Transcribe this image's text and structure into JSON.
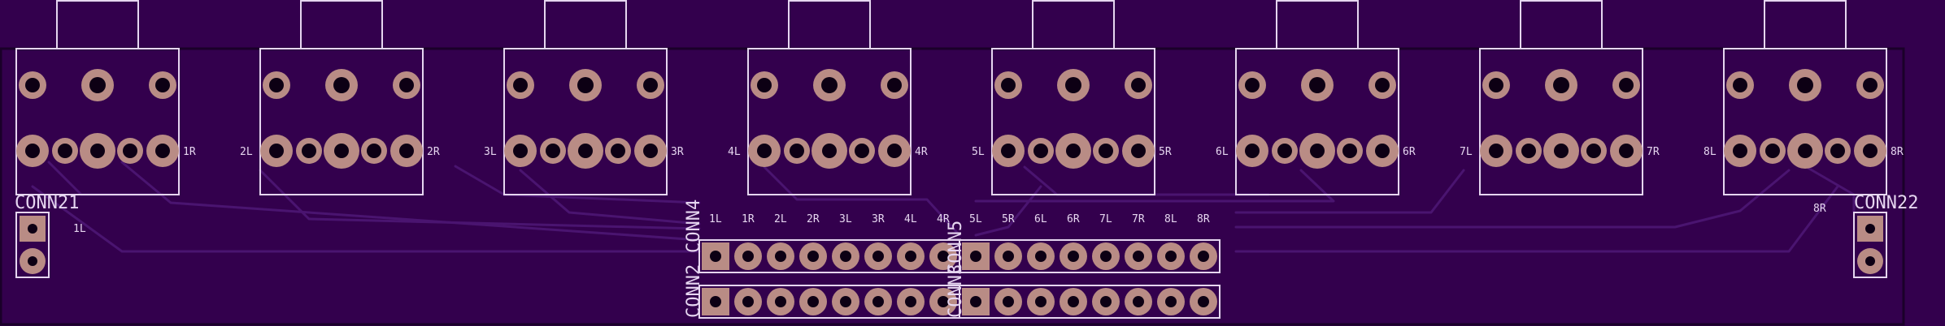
{
  "jacks": [
    {
      "id": "jack-1",
      "left_label": "",
      "right_label": "1R"
    },
    {
      "id": "jack-2",
      "left_label": "2L",
      "right_label": "2R"
    },
    {
      "id": "jack-3",
      "left_label": "3L",
      "right_label": "3R"
    },
    {
      "id": "jack-4",
      "left_label": "4L",
      "right_label": "4R"
    },
    {
      "id": "jack-5",
      "left_label": "5L",
      "right_label": "5R"
    },
    {
      "id": "jack-6",
      "left_label": "6L",
      "right_label": "6R"
    },
    {
      "id": "jack-7",
      "left_label": "7L",
      "right_label": "7R"
    },
    {
      "id": "jack-8",
      "left_label": "8L",
      "right_label": "8R"
    }
  ],
  "connectors": {
    "conn21": {
      "name": "CONN21",
      "pin_label": "1L"
    },
    "conn22": {
      "name": "CONN22",
      "pin_label": "8R"
    },
    "conn4": {
      "name": "CONN4",
      "overlay_name": "CONN2"
    },
    "conn5": {
      "name": "CONN5",
      "overlay_name": "CONN3"
    }
  },
  "header_pin_labels": [
    "1L",
    "1R",
    "2L",
    "2R",
    "3L",
    "3R",
    "4L",
    "4R",
    "5L",
    "5R",
    "6L",
    "6R",
    "7L",
    "7R",
    "8L",
    "8R"
  ],
  "colors": {
    "board": "#33004d",
    "board_edge": "#1a0029",
    "silkscreen": "#e6d6f0",
    "pad": "#b98c85",
    "drill": "#0d0014",
    "trace": "#4a1470"
  }
}
